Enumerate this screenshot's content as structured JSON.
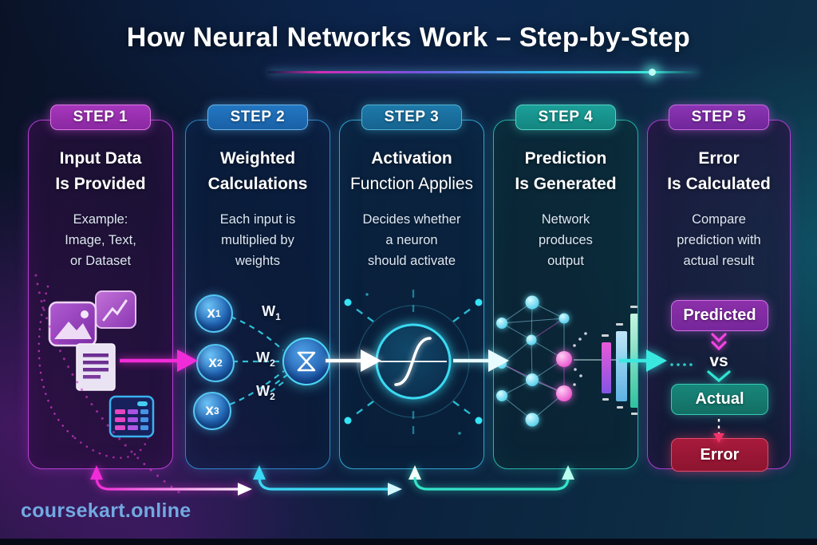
{
  "title": "How Neural Networks Work – Step-by-Step",
  "watermark": "coursekart.online",
  "steps": [
    {
      "badge": "STEP 1",
      "title_lines": [
        "Input Data",
        "Is Provided"
      ],
      "subtitle_lines": [
        "Example:",
        "Image, Text,",
        "or Dataset"
      ]
    },
    {
      "badge": "STEP 2",
      "title_lines": [
        "Weighted",
        "Calculations"
      ],
      "subtitle_lines": [
        "Each input is",
        "multiplied by",
        "weights"
      ]
    },
    {
      "badge": "STEP 3",
      "title_lines": [
        "Activation",
        "Function Applies"
      ],
      "subtitle_lines": [
        "Decides whether",
        "a neuron",
        "should activate"
      ]
    },
    {
      "badge": "STEP 4",
      "title_lines": [
        "Prediction",
        "Is Generated"
      ],
      "subtitle_lines": [
        "Network",
        "produces",
        "output"
      ]
    },
    {
      "badge": "STEP 5",
      "title_lines": [
        "Error",
        "Is Calculated"
      ],
      "subtitle_lines": [
        "Compare",
        "prediction with",
        "actual result"
      ]
    }
  ],
  "step2_diagram": {
    "inputs": [
      {
        "base": "x",
        "sub": "1"
      },
      {
        "base": "x",
        "sub": "2"
      },
      {
        "base": "x",
        "sub": "3"
      }
    ],
    "weights": [
      {
        "base": "W",
        "sub": "1"
      },
      {
        "base": "W",
        "sub": "2"
      },
      {
        "base": "W",
        "sub": "2"
      }
    ]
  },
  "step5_diagram": {
    "predicted": "Predicted",
    "vs": "vs",
    "actual": "Actual",
    "error": "Error"
  },
  "colors": {
    "background_navy": "#0b1b33",
    "background_teal": "#0d3347",
    "accent_magenta": "#ee2fd6",
    "accent_cyan": "#38e0f0",
    "accent_teal": "#2fe0c8",
    "step1_badge": "#9a2fae",
    "step2_badge": "#1e6cb0",
    "step3_badge": "#1a6e96",
    "step4_badge": "#169191",
    "step5_badge": "#7d2da0",
    "predicted_bg": "#8a2fa8",
    "actual_bg": "#16837a",
    "error_bg": "#a81a3c",
    "watermark_blue": "#72a9e2"
  }
}
